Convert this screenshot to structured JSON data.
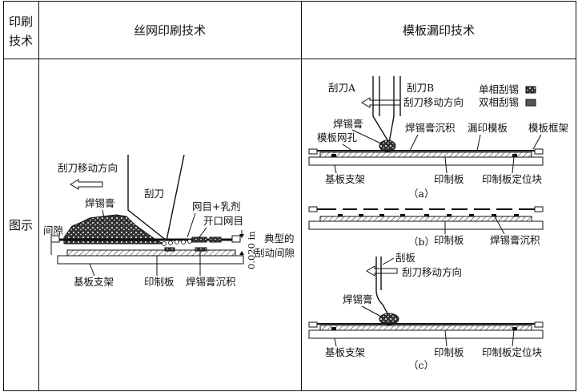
{
  "table": {
    "header": {
      "col1": "印刷技术",
      "col1_line1": "印刷",
      "col1_line2": "技术",
      "col2": "丝网印刷技术",
      "col3": "模板漏印技术"
    },
    "row_label": "图示"
  },
  "screen_diagram": {
    "squeegee_direction": "刮刀移动方向",
    "squeegee": "刮刀",
    "solder_paste": "焊锡膏",
    "mesh_emulsion": "网目+乳剂",
    "open_mesh": "开口网目",
    "gap": "间隙",
    "typical_gap": "典型的",
    "typical_gap_2": "刮动间隙",
    "gap_value": "0.020 in",
    "substrate_support": "基板支架",
    "pcb": "印制板",
    "paste_deposit": "焊锡膏沉积"
  },
  "stencil_diagram": {
    "blade_a": "刮刀A",
    "blade_b": "刮刀B",
    "squeegee_direction": "刮刀移动方向",
    "single_squeegee": "单相刮锡",
    "double_squeegee": "双相刮锡",
    "solder_paste": "焊锡膏",
    "stencil_aperture": "模板网孔",
    "paste_deposit": "焊锡膏沉积",
    "stencil": "漏印模板",
    "stencil_frame": "模板框架",
    "substrate_support": "基板支架",
    "pcb": "印制板",
    "pcb_locator": "印制板定位块",
    "fig_a": "（a）",
    "fig_b": "（b）",
    "fig_c": "（c）",
    "scraper": "刮板"
  }
}
